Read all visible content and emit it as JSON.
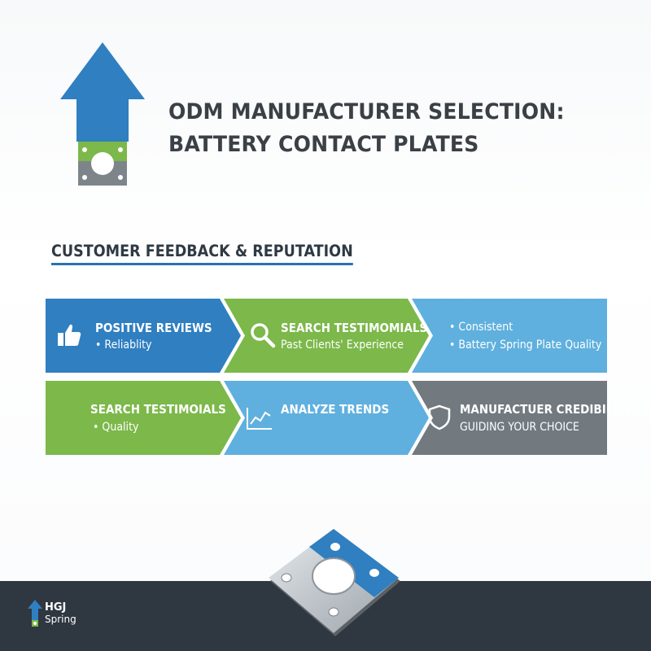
{
  "header": {
    "title_line1": "ODM MANUFACTURER SELECTION:",
    "title_line2": "BATTERY CONTACT PLATES",
    "logo_icon": "up-arrow-plate-icon"
  },
  "section": {
    "title": "CUSTOMER FEEDBACK & REPUTATION"
  },
  "colors": {
    "blue_dark": "#2f7fc1",
    "green": "#7cb84a",
    "blue_light": "#5fb0de",
    "gray": "#727a80",
    "footer": "#2f3740"
  },
  "row1": [
    {
      "heading": "POSITIVE REVIEWS",
      "sub": "• Reliablity",
      "icon": "thumbs-up-icon"
    },
    {
      "heading": "SEARCH TESTIMOMIALS",
      "sub": "Past Clients' Experience",
      "icon": "magnifier-icon"
    },
    {
      "line1": "• Consistent",
      "line2": "• Battery Spring Plate Quality"
    }
  ],
  "row2": [
    {
      "heading": "SEARCH TESTIMOIALS",
      "sub": "• Quality"
    },
    {
      "heading": "ANALYZE TRENDS",
      "icon": "trend-chart-icon"
    },
    {
      "heading": "MANUFACTUER CREDIBILITY",
      "sub": "GUIDING YOUR CHOICE",
      "icon": "shield-icon"
    }
  ],
  "footer": {
    "brand_name": "HGJ",
    "brand_sub": "Spring",
    "brand_icon": "brand-arrow-icon",
    "plate_icon": "contact-plate-icon"
  }
}
